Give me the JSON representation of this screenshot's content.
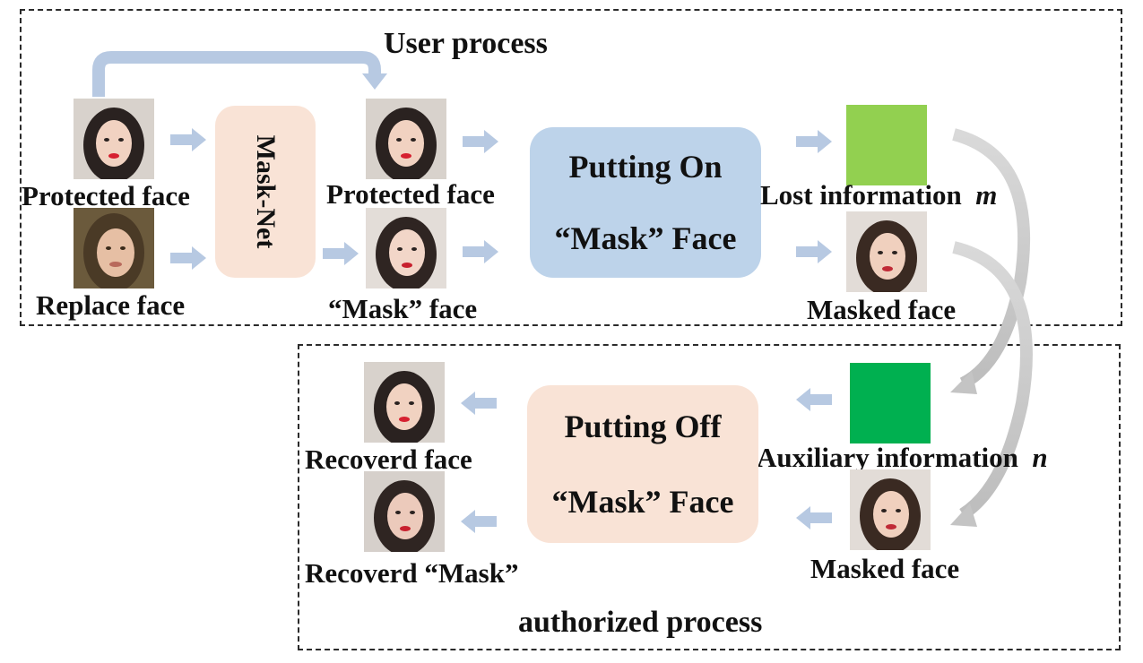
{
  "titles": {
    "user_process": "User process",
    "authorized_process": "authorized process"
  },
  "labels": {
    "protected_face_in": "Protected face",
    "replace_face": "Replace face",
    "mask_net": "Mask-Net",
    "protected_face_mid": "Protected face",
    "mask_face": "“Mask” face",
    "lost_information": "Lost information",
    "lost_var": "m",
    "masked_face_top": "Masked face",
    "auxiliary_information": "Auxiliary information",
    "aux_var": "n",
    "masked_face_bottom": "Masked face",
    "recoverd_face": "Recoverd face",
    "recoverd_mask": "Recoverd “Mask”"
  },
  "boxes": {
    "putting_on": [
      "Putting On",
      "“Mask” Face"
    ],
    "putting_off": [
      "Putting Off",
      "“Mask” Face"
    ]
  },
  "colors": {
    "lost_info_square": "#92d050",
    "aux_info_square": "#00b050",
    "arrow": "#b7c9e2",
    "putting_on_box": "#bdd3ea",
    "peach_box": "#f9e3d6"
  }
}
